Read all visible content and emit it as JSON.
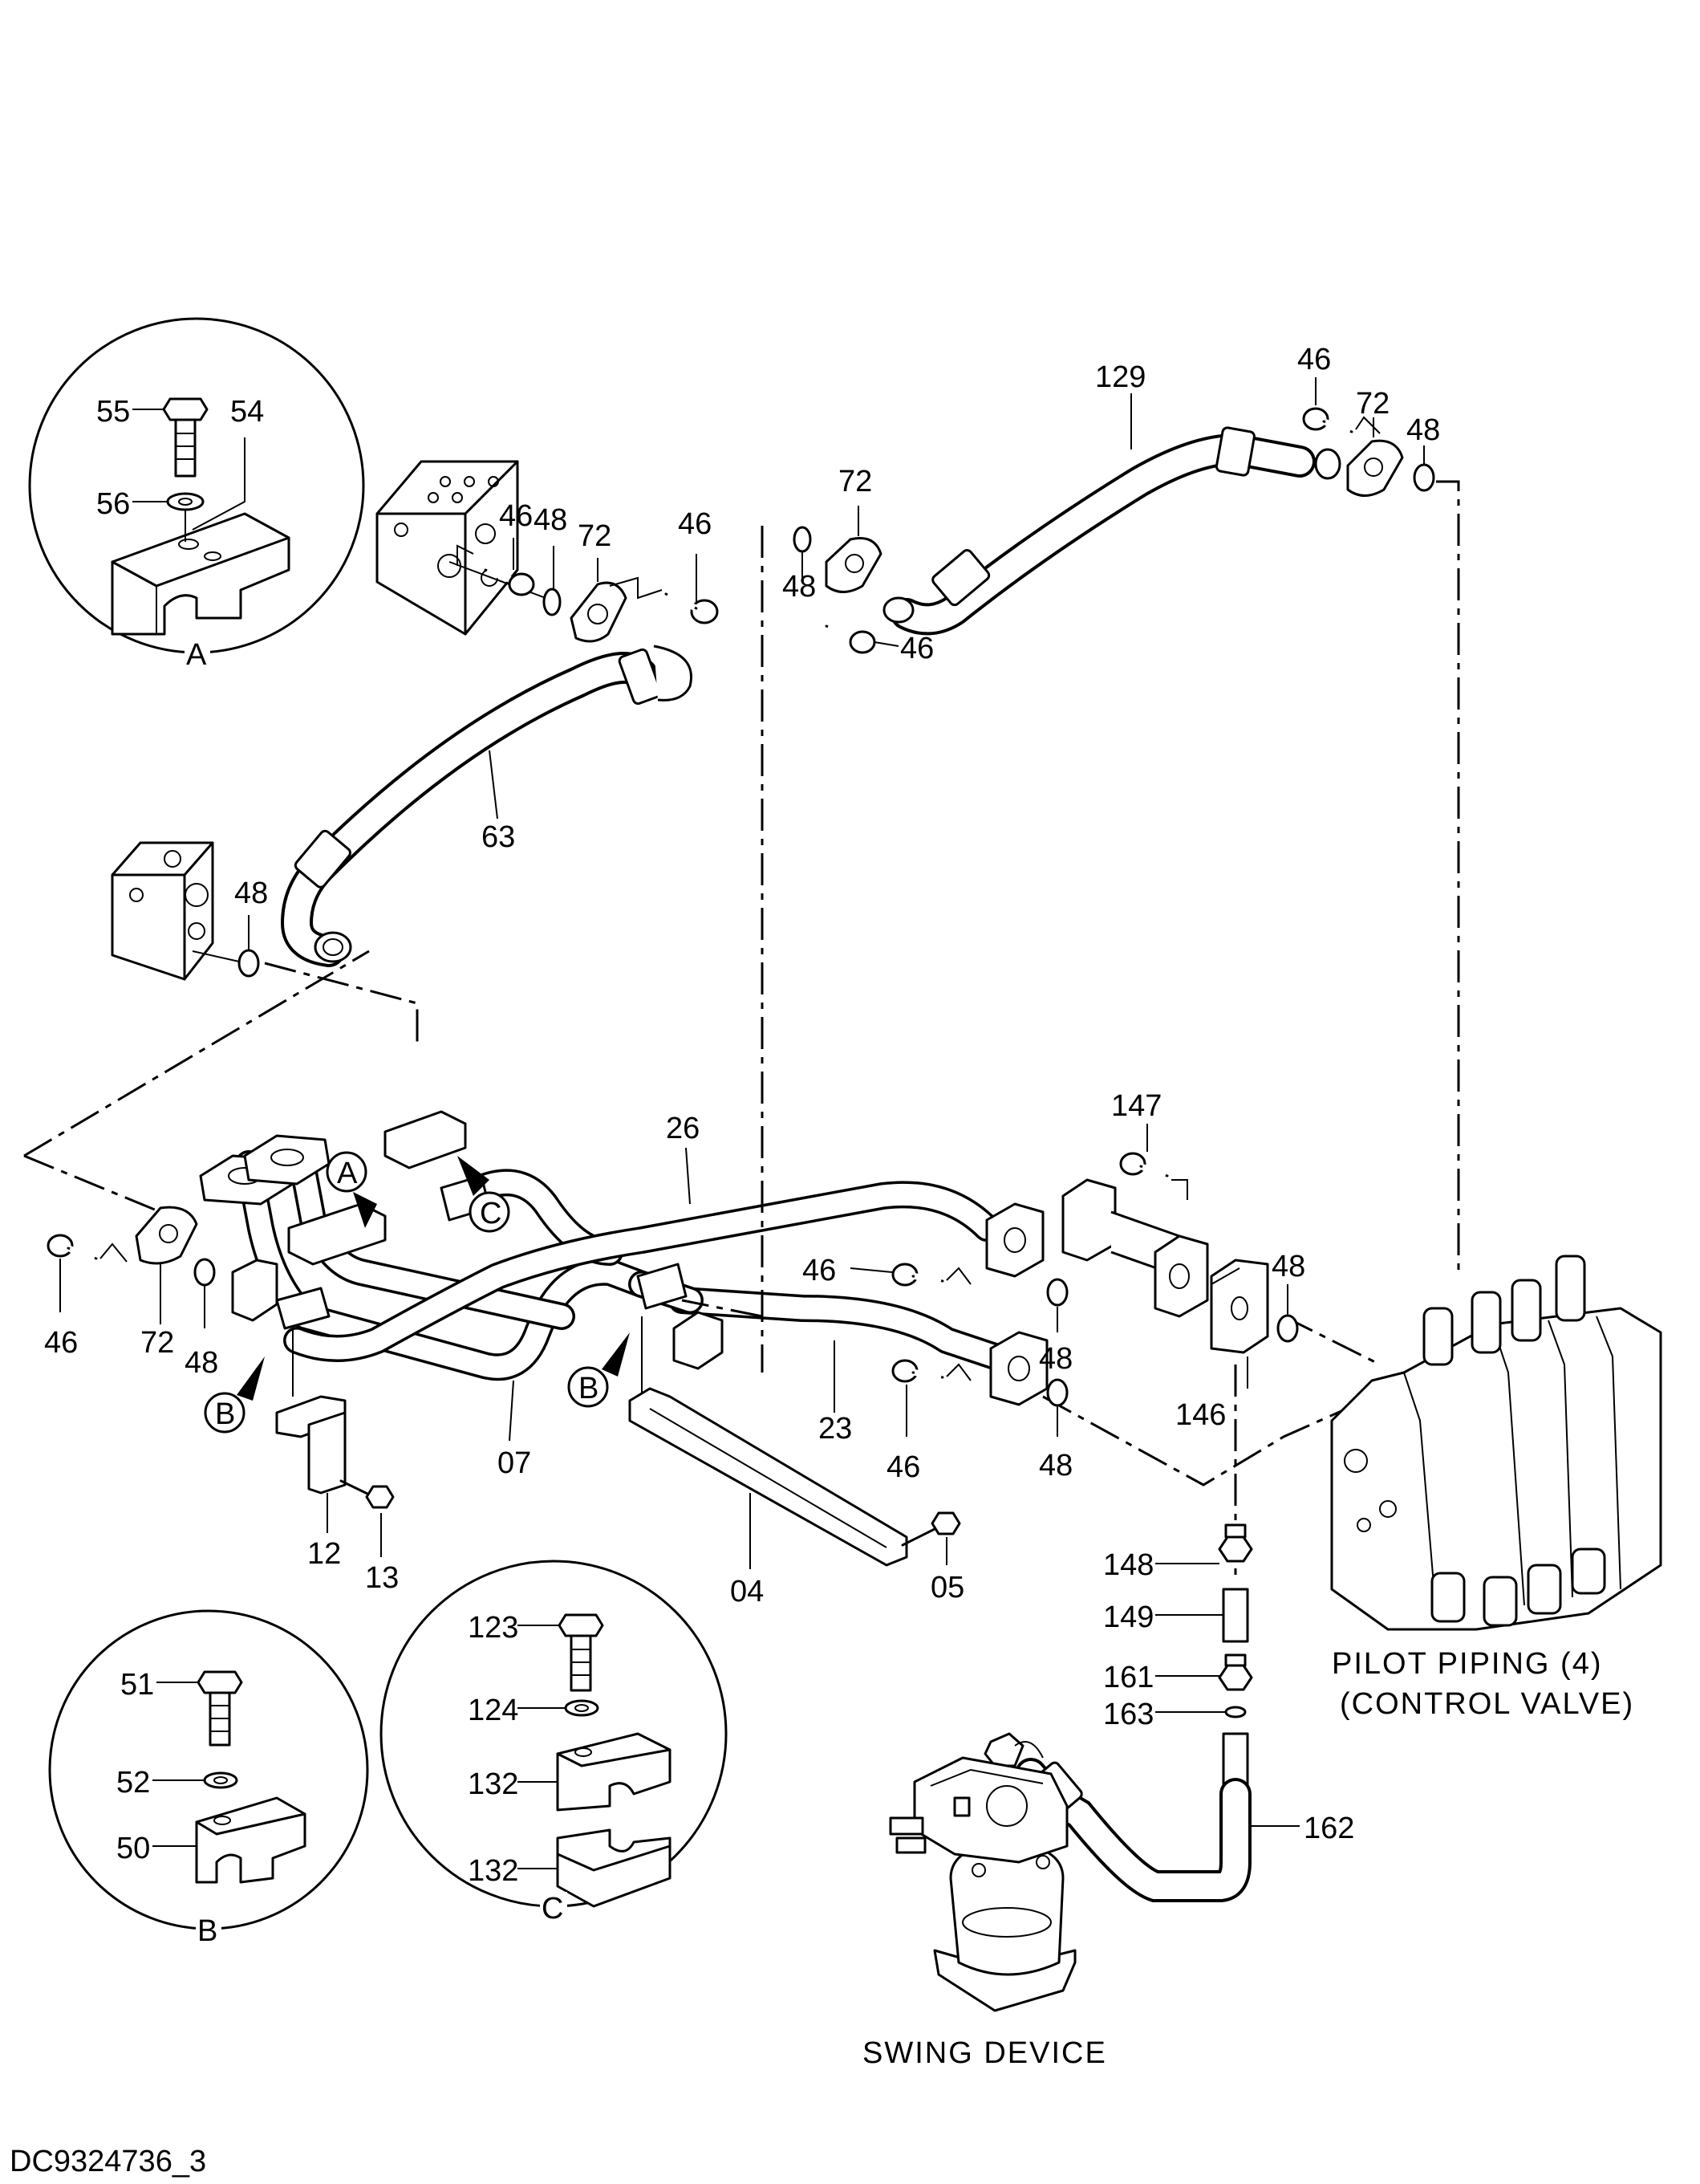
{
  "drawing_id": "DC9324736_3",
  "captions": {
    "pilot_piping": "PILOT PIPING (4)",
    "control_valve": "(CONTROL VALVE)",
    "swing_device": "SWING DEVICE"
  },
  "detail_views": {
    "a": "A",
    "b": "B",
    "c": "C"
  },
  "callouts": {
    "a": "A",
    "b": "B",
    "c": "C"
  },
  "part_numbers": {
    "p55": "55",
    "p54": "54",
    "p56": "56",
    "p48_top": "48",
    "p72_top": "72",
    "p46_top": "46",
    "p63": "63",
    "p48_left": "48",
    "p46_mid": "46",
    "p72_mid": "72",
    "p48_mid": "48",
    "p46_mid2": "46",
    "p129": "129",
    "p46_right": "46",
    "p72_right": "72",
    "p48_right": "48",
    "p26": "26",
    "p147": "147",
    "p48_r2": "48",
    "p146": "146",
    "p46_bl": "46",
    "p72_bl": "72",
    "p48_bl": "48",
    "p46_c": "46",
    "p48_c": "48",
    "p23": "23",
    "p46_c2": "46",
    "p48_c2": "48",
    "p07": "07",
    "p12": "12",
    "p13": "13",
    "p04": "04",
    "p05": "05",
    "p148": "148",
    "p149": "149",
    "p161": "161",
    "p163": "163",
    "p162": "162",
    "p51": "51",
    "p52": "52",
    "p50": "50",
    "p123": "123",
    "p124": "124",
    "p132a": "132",
    "p132b": "132"
  }
}
